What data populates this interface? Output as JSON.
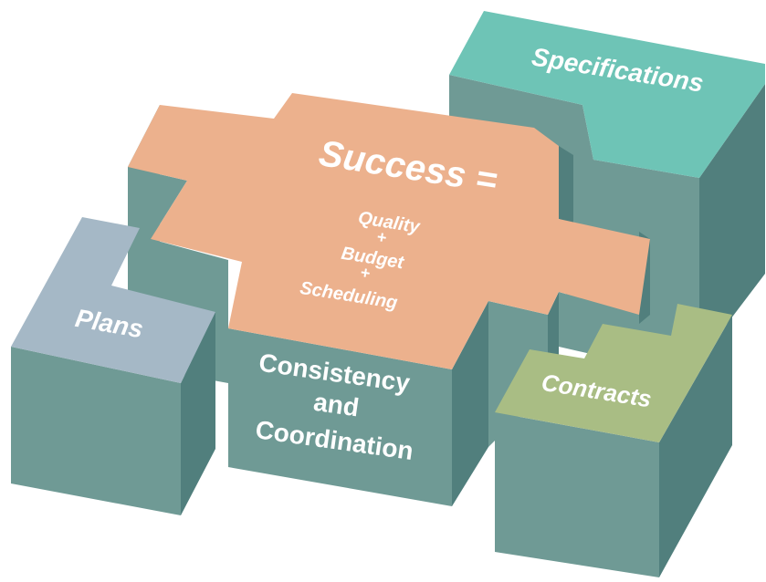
{
  "diagram": {
    "center": {
      "title": "Success =",
      "items": [
        "Quality",
        "+",
        "Budget",
        "+",
        "Scheduling"
      ],
      "front_lines": [
        "Consistency",
        "and",
        "Coordination"
      ]
    },
    "blocks": {
      "specifications": "Specifications",
      "plans": "Plans",
      "contracts": "Contracts"
    },
    "colors": {
      "front_face": "#6f9a95",
      "side_face": "#517f7d",
      "dark_face": "#3f6d6b",
      "center_top": "#ecb18d",
      "specifications_top": "#6ec4b6",
      "plans_top": "#a5b8c6",
      "contracts_top": "#a9bd84"
    }
  }
}
